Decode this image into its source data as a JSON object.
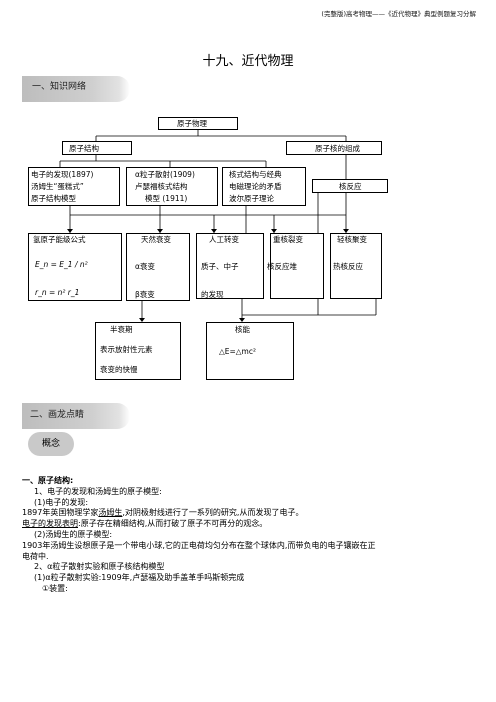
{
  "header_note": "(完整版)高考物理——《近代物理》典型例题复习分解",
  "title": "十九、近代物理",
  "section1_pill": "一、知识网络",
  "diagram": {
    "root": "原子物理",
    "left_branch": "原子结构",
    "right_branch": "原子核的组成",
    "box_a": [
      "电子的发现(1897)",
      "汤姆生“蛋糕式”",
      "原子结构模型"
    ],
    "box_b": [
      "α粒子散射(1909)",
      "卢瑟福核式结构",
      "模型 (1911)"
    ],
    "box_c": [
      "核式结构与经典",
      "电磁理论的矛盾",
      "波尔原子理论"
    ],
    "box_d": "核反应",
    "row3": {
      "hydrogen_formula": "氢原子能级公式",
      "natural_decay": "天然衰变",
      "artificial": "人工转变",
      "fission": "重核裂变",
      "fusion": "轻核聚变"
    },
    "en_formula": "E_n = E_1 / n²",
    "rn_formula": "r_n = n² r_1",
    "alpha": "α衰变",
    "beta": "β衰变",
    "proton_neutron": "质子、中子",
    "discovery": "的发现",
    "fission_reaction": "核反应堆",
    "fusion_reaction": "热核反应",
    "half_life": [
      "半衰期",
      "表示放射性元素",
      "衰变的快慢"
    ],
    "binding": "核能",
    "energy_formula": "△E=△mc²"
  },
  "section2_pill": "二、画龙点睛",
  "concept_pill": "概念",
  "body": {
    "h1": "一、原子结构:",
    "p1": "1、电子的发现和汤姆生的原子模型:",
    "p2": "(1)电子的发现:",
    "p3a": "1897年英国物理学家",
    "p3b": "汤姆生",
    "p3c": ",对阴极射线进行了一系列的研究,从而发现了电子。",
    "p4a": "电子的发现表明",
    "p4b": ":原子存在精细结构,从而打破了原子不可再分的观念。",
    "p5": "(2)汤姆生的原子模型:",
    "p6": "1903年汤姆生设想原子是一个带电小球,它的正电荷均匀分布在整个球体内,而带负电的电子镶嵌在正",
    "p7": "电荷中.",
    "p8": "2、α粒子散射实验和原子核结构模型",
    "p9": "(1)α粒子散射实验:1909年,卢瑟福及助手盖革手吗斯顿完成",
    "p10": "①装置:"
  }
}
